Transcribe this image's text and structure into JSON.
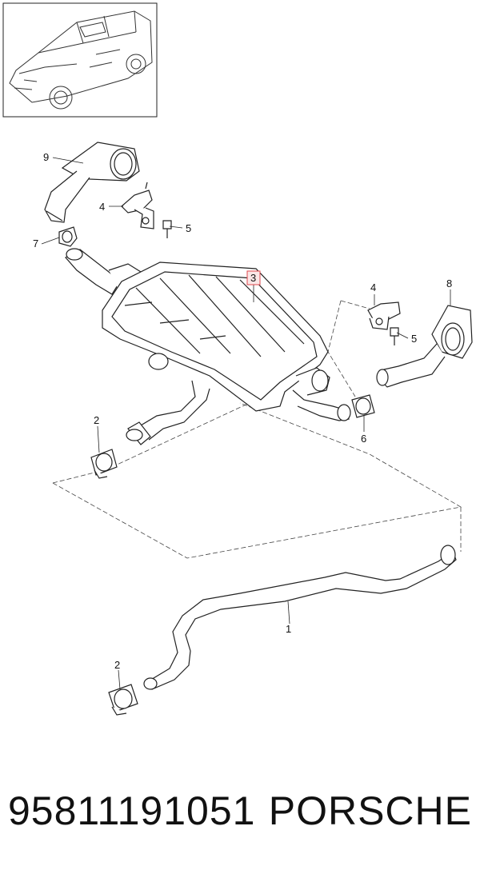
{
  "diagram": {
    "callouts": {
      "c1": "1",
      "c2a": "2",
      "c2b": "2",
      "c3": "3",
      "c4a": "4",
      "c4b": "4",
      "c5a": "5",
      "c5b": "5",
      "c6": "6",
      "c7": "7",
      "c8": "8",
      "c9": "9"
    },
    "highlight_color": "#e0474c"
  },
  "footer": {
    "part_number": "95811191051",
    "brand": "PORSCHE"
  }
}
